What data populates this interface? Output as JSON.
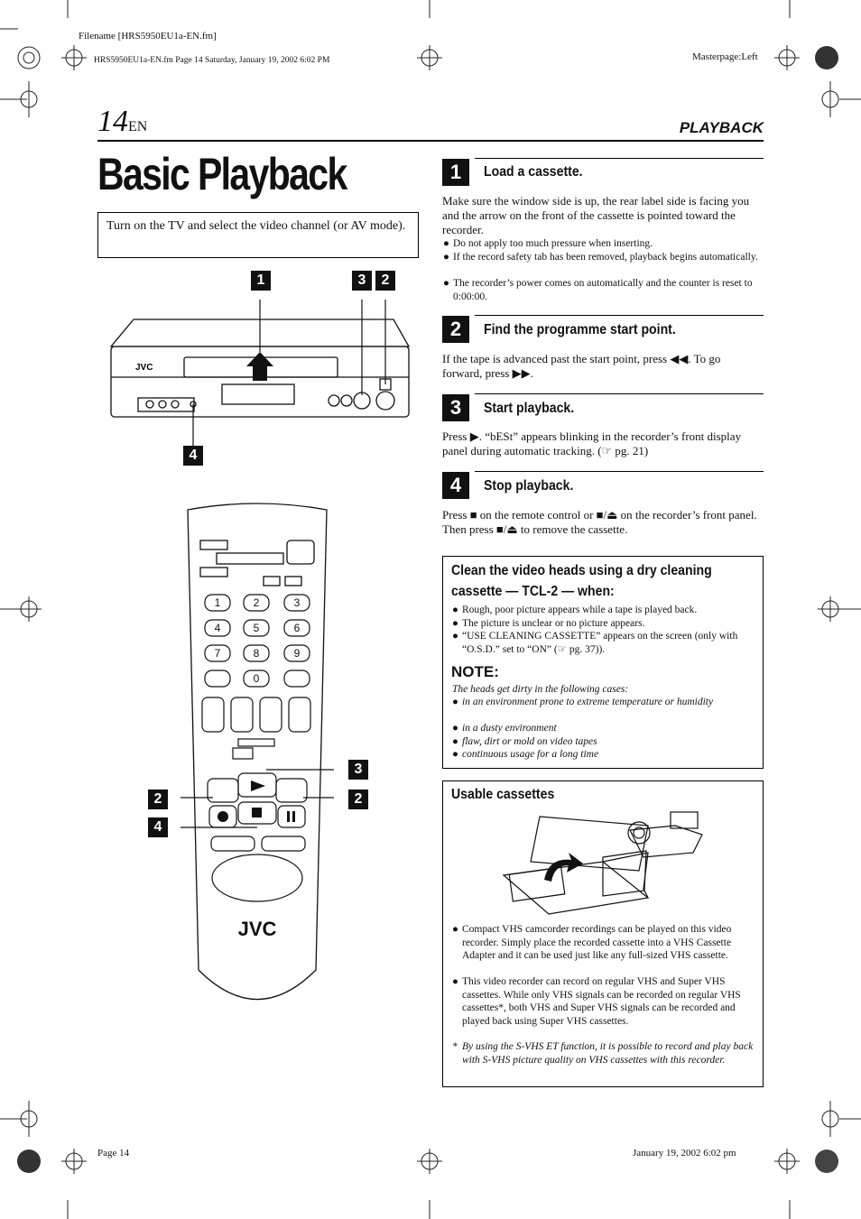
{
  "meta": {
    "filename": "Filename [HRS5950EU1a-EN.fm]",
    "file_info": "HRS5950EU1a-EN.fm  Page 14  Saturday, January 19, 2002  6:02 PM",
    "masterpage": "Masterpage:Left",
    "footer_left": "Page 14",
    "footer_right": "January 19, 2002 6:02 pm"
  },
  "header": {
    "page_number": "14",
    "lang": "EN",
    "section": "PLAYBACK"
  },
  "title": "Basic Playback",
  "intro": "Turn on the TV and select the video channel (or AV mode).",
  "device_labels": {
    "brand": "JVC",
    "callouts": [
      "1",
      "3",
      "2",
      "4"
    ],
    "remote_callouts": [
      "3",
      "2",
      "2",
      "4"
    ]
  },
  "steps": [
    {
      "num": "1",
      "title": "Load a cassette.",
      "text": "Make sure the window side is up, the rear label side is facing you and the arrow on the front of the cassette is pointed toward the recorder.",
      "bullets": [
        "Do not apply too much pressure when inserting.",
        "If the record safety tab has been removed, playback begins automatically.",
        "The recorder’s power comes on automatically and the counter is reset to 0:00:00."
      ]
    },
    {
      "num": "2",
      "title": "Find the programme start point.",
      "text": "If the tape is advanced past the start point, press ◀◀. To go forward, press ▶▶."
    },
    {
      "num": "3",
      "title": "Start playback.",
      "text": "Press ▶. “bESt” appears blinking in the recorder’s front display panel during automatic tracking. (☞ pg. 21)"
    },
    {
      "num": "4",
      "title": "Stop playback.",
      "text": "Press ■ on the remote control or ■/⏏ on the recorder’s front panel. Then press ■/⏏ to remove the cassette."
    }
  ],
  "clean_box": {
    "title": "Clean the video heads using a dry cleaning cassette — TCL-2 — when:",
    "bullets": [
      "Rough, poor picture appears while a tape is played back.",
      "The picture is unclear or no picture appears.",
      "“USE CLEANING CASSETTE” appears on the screen (only with “O.S.D.” set to “ON” (☞ pg. 37))."
    ],
    "note_heading": "NOTE:",
    "note_intro": "The heads get dirty in the following cases:",
    "note_bullets": [
      "in an environment prone to extreme temperature or humidity",
      "in a dusty environment",
      "flaw, dirt or mold on video tapes",
      "continuous usage for a long time"
    ]
  },
  "usable_box": {
    "title": "Usable cassettes",
    "bullets": [
      "Compact VHS camcorder recordings can be played on this video recorder. Simply place the recorded cassette into a VHS Cassette Adapter and it can be used just like any full-sized VHS cassette.",
      "This video recorder can record on regular VHS and Super VHS cassettes. While only VHS signals can be recorded on regular VHS cassettes*, both VHS and Super VHS signals can be recorded and played back using Super VHS cassettes."
    ],
    "footnote_mark": "*",
    "footnote": "By using the S-VHS ET function, it is possible to record and play back with S-VHS picture quality on VHS cassettes with this recorder."
  }
}
